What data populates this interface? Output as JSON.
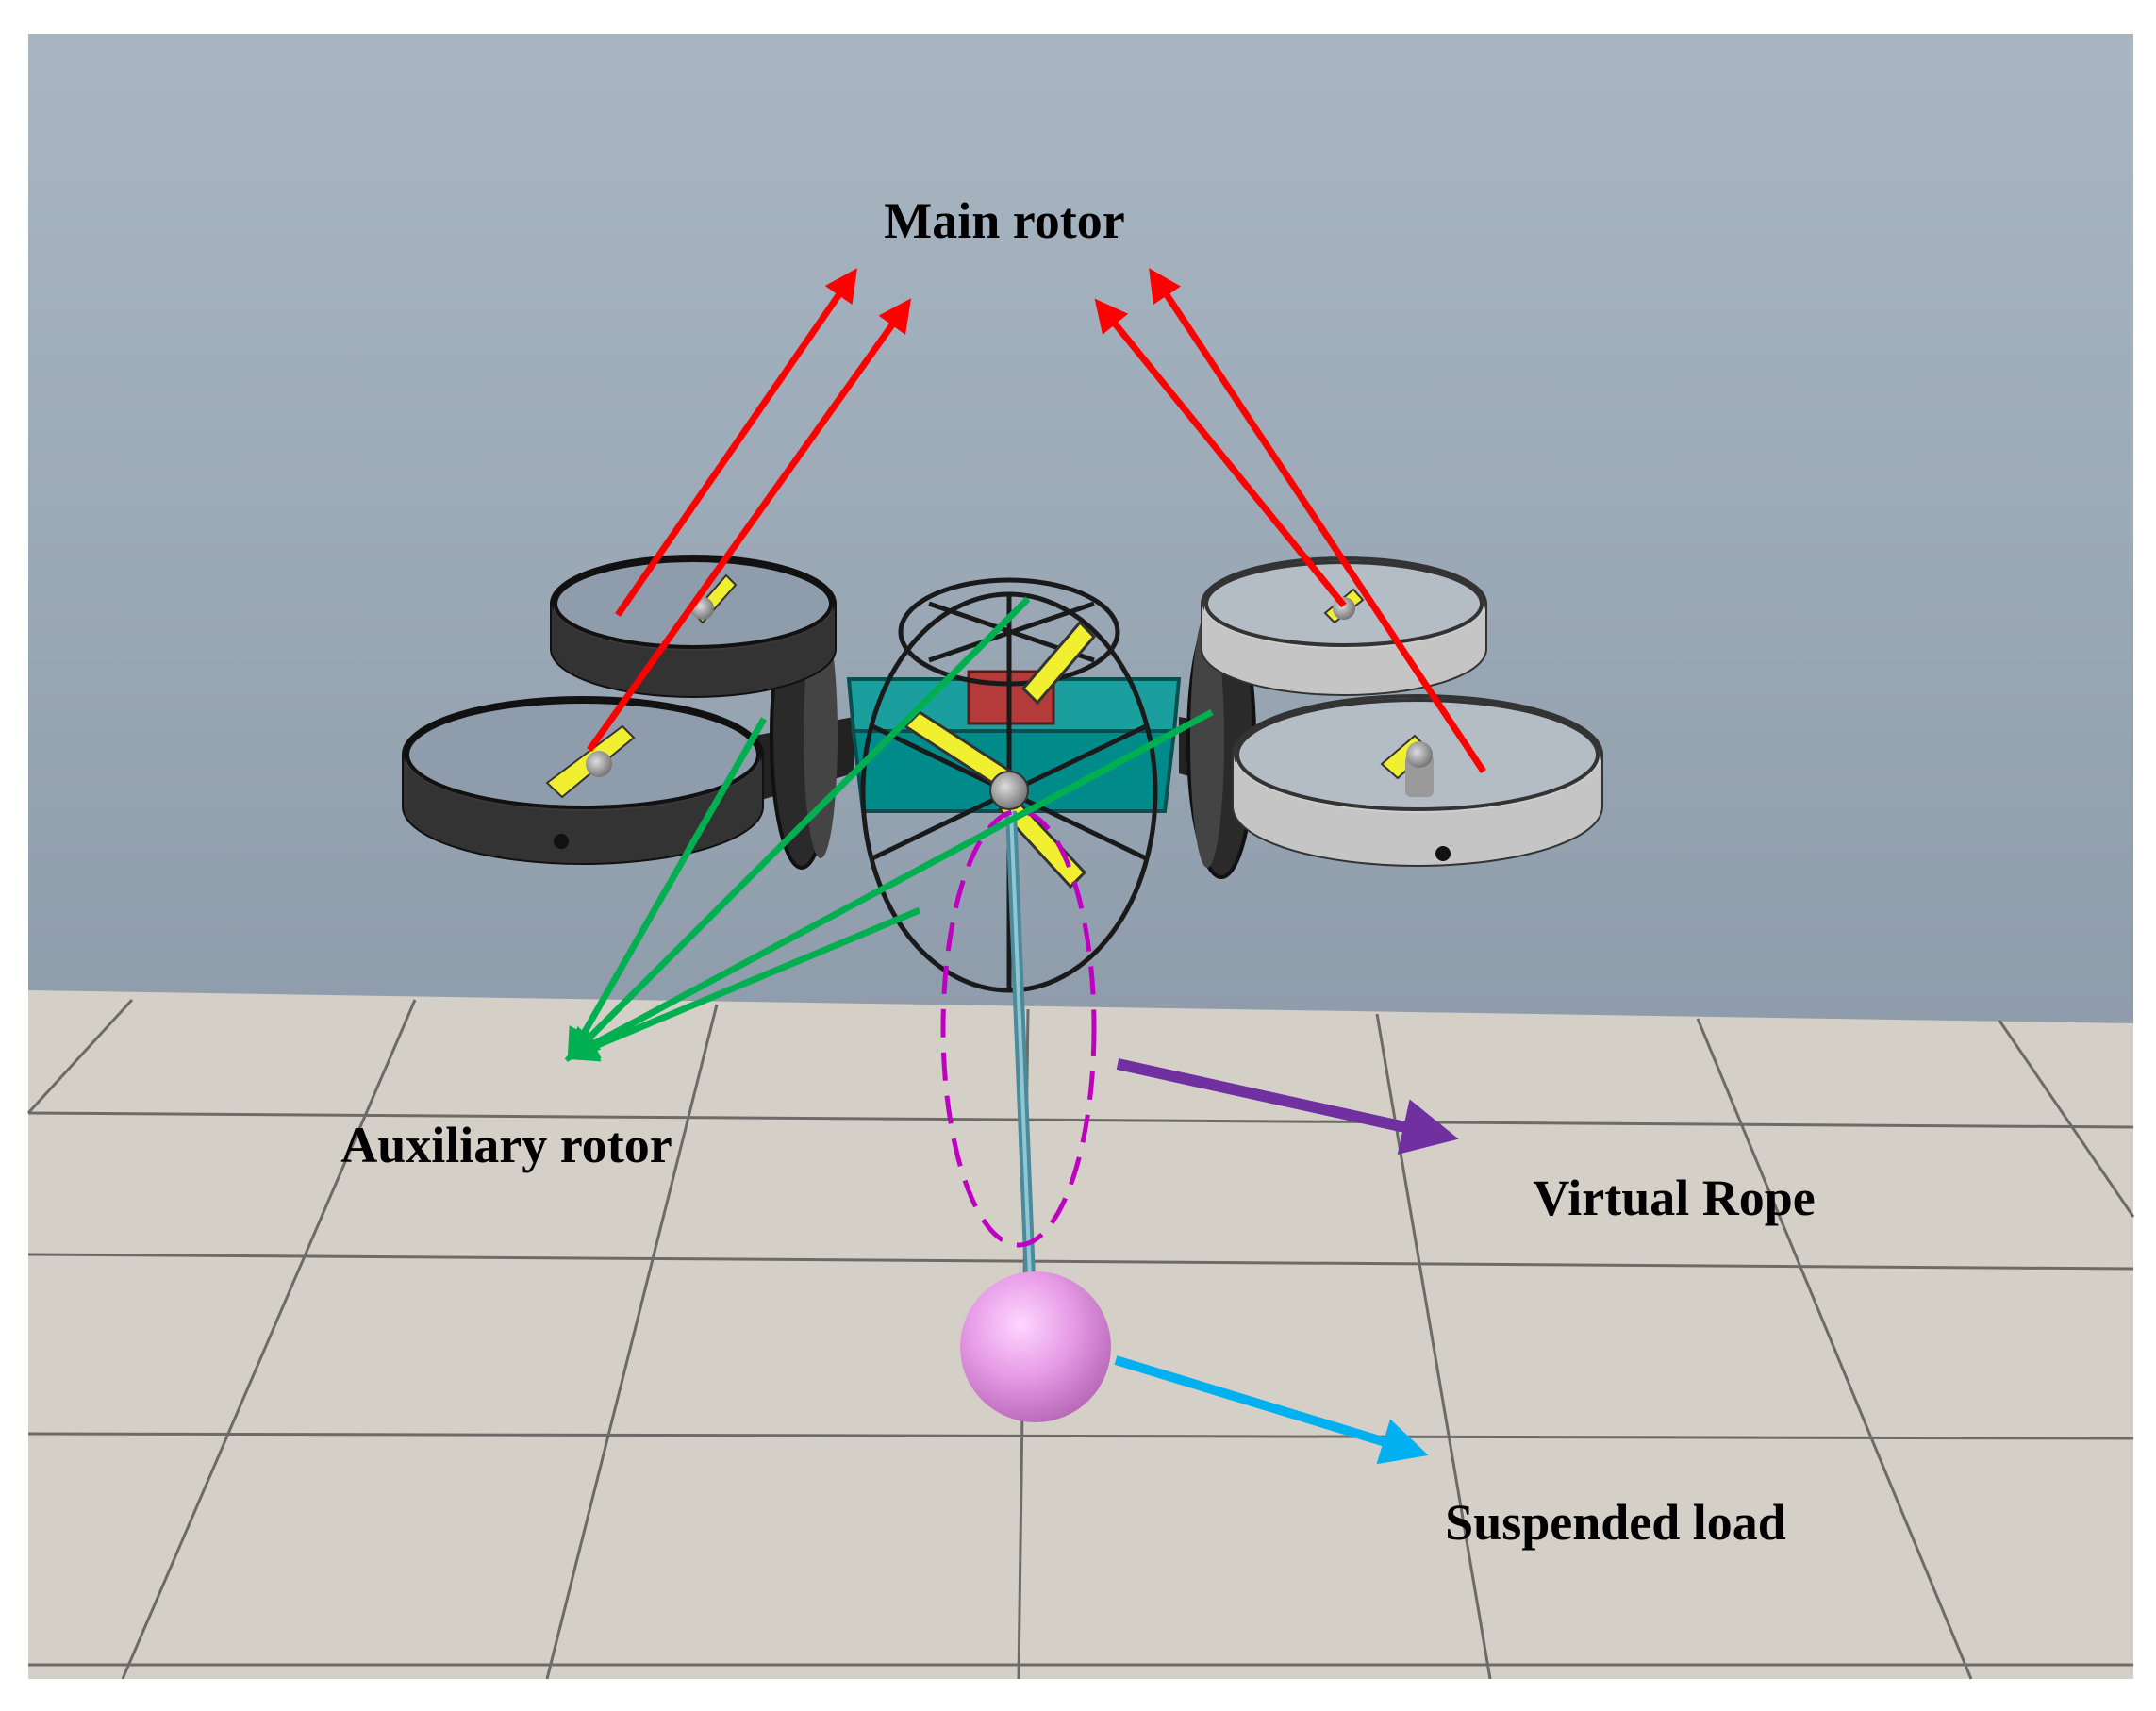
{
  "labels": {
    "main_rotor": "Main rotor",
    "auxiliary_rotor": "Auxiliary rotor",
    "virtual_rope": "Virtual Rope",
    "suspended_load": "Suspended load"
  },
  "colors": {
    "sky_top": "#a9b6c2",
    "sky_bottom": "#8f9cab",
    "floor": "#d4cfc7",
    "floor_grid": "#6c6b67",
    "main_rotor_arrow": "#ff0000",
    "auxiliary_rotor_arrow": "#00b050",
    "virtual_rope_arrow": "#7030a0",
    "suspended_load_arrow": "#00b0f0",
    "rope_ellipse": "#c000c0",
    "body": "#008b8b",
    "payload_box": "#b53a3a",
    "propeller_blade": "#f0f030",
    "duct_dark": "#3a3a3a",
    "duct_light": "#d0d0d0",
    "load_ball": "#e69be6",
    "rope": "#4a8a9a"
  }
}
